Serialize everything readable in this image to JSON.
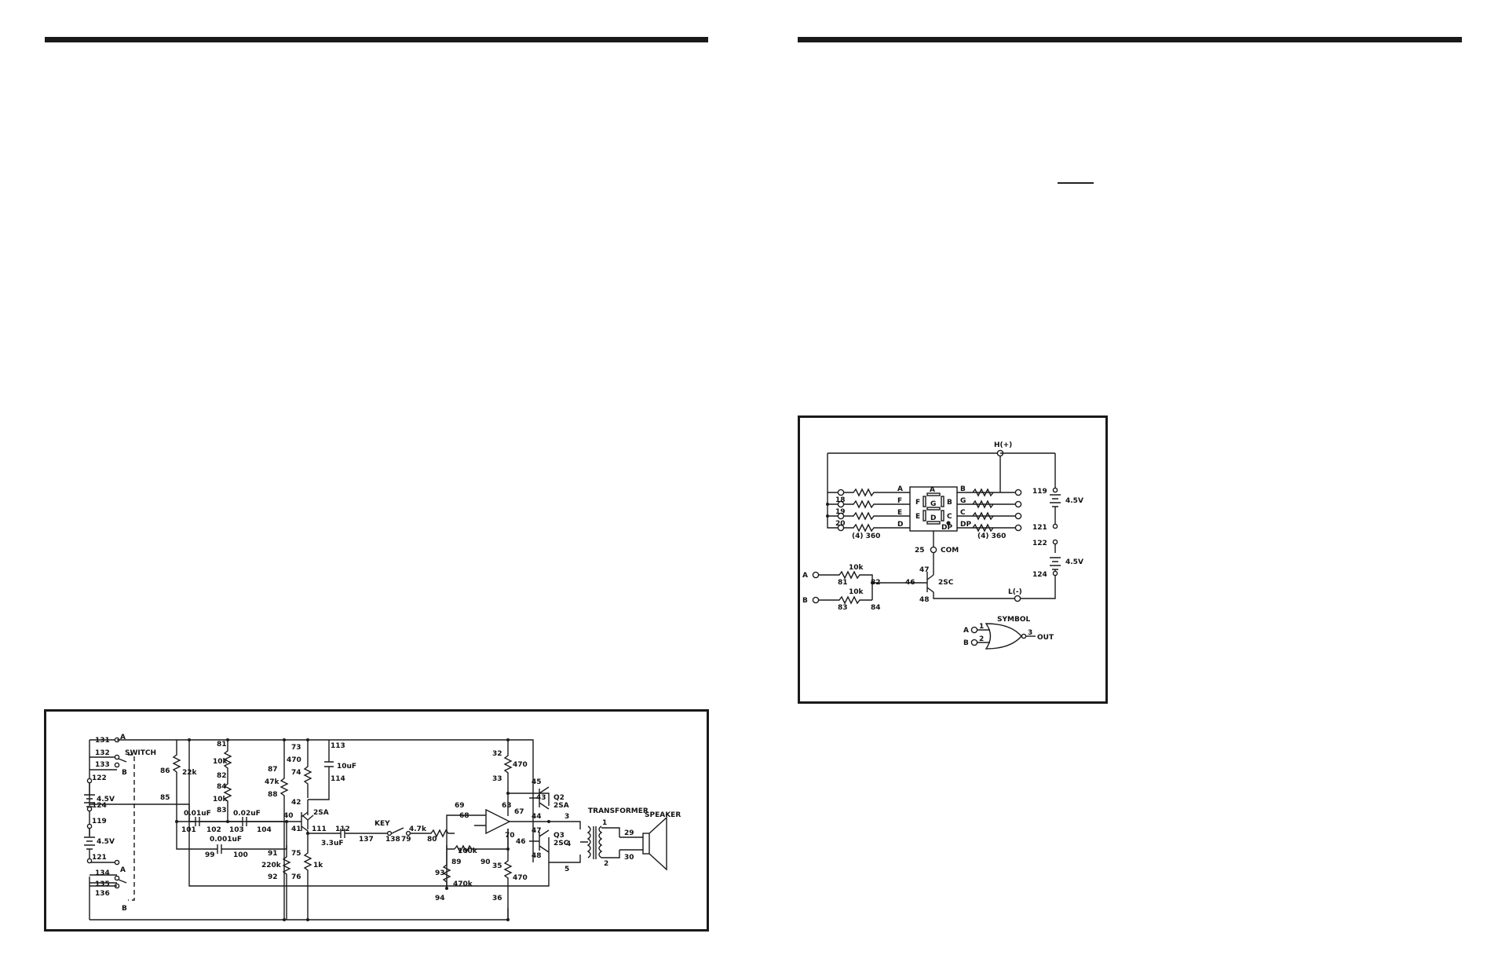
{
  "left_schematic": {
    "switch": {
      "label": "SWITCH",
      "terminals": [
        "131",
        "132",
        "133",
        "134",
        "135",
        "136"
      ],
      "pos_a": "A",
      "pos_b": "B"
    },
    "batteries": [
      {
        "top": "122",
        "bottom": "124",
        "voltage": "4.5V"
      },
      {
        "top": "119",
        "bottom": "121",
        "voltage": "4.5V"
      }
    ],
    "r_86_85": {
      "value": "22k",
      "top": "86",
      "bottom": "85"
    },
    "r_81_82": {
      "value": "10k",
      "top": "81",
      "bottom": "82"
    },
    "r_84_83": {
      "value": "10k",
      "top": "84",
      "bottom": "83"
    },
    "r_87_88": {
      "value": "47k",
      "top": "87",
      "bottom": "88"
    },
    "r_73_74": {
      "value": "470",
      "top": "73",
      "bottom": "74"
    },
    "r_91_92": {
      "value": "220k",
      "top": "91",
      "bottom": "92"
    },
    "r_75_76": {
      "value": "1k",
      "top": "75",
      "bottom": "76"
    },
    "r_79_80": {
      "value": "4.7k",
      "left": "79",
      "right": "80"
    },
    "r_89_90": {
      "value": "100k",
      "left": "89",
      "right": "90"
    },
    "r_93_94": {
      "value": "470k",
      "top": "93",
      "bottom": "94"
    },
    "r_32_33": {
      "value": "470",
      "top": "32",
      "bottom": "33"
    },
    "r_35_36": {
      "value": "470",
      "top": "35",
      "bottom": "36"
    },
    "c_101_102": {
      "value": "0.01uF",
      "left": "101",
      "right": "102"
    },
    "c_103_104": {
      "value": "0.02uF",
      "left": "103",
      "right": "104"
    },
    "c_99_100": {
      "value": "0.001uF",
      "left": "99",
      "right": "100"
    },
    "c_113_114": {
      "value": "10uF",
      "top": "113",
      "bottom": "114"
    },
    "c_111_112": {
      "value": "3.3uF",
      "left": "111",
      "right": "112"
    },
    "transistor_1": {
      "type": "2SA",
      "pins": [
        "40",
        "41",
        "42"
      ]
    },
    "key": {
      "label": "KEY",
      "pins": [
        "137",
        "138"
      ]
    },
    "opamp": {
      "pins": [
        "69",
        "68",
        "70",
        "67"
      ]
    },
    "q2": {
      "label": "Q2",
      "type": "2SA",
      "pins": [
        "43",
        "44",
        "45"
      ]
    },
    "q3": {
      "label": "Q3",
      "type": "2SC",
      "pins": [
        "46",
        "47",
        "48"
      ]
    },
    "node_63": "63",
    "transformer": {
      "label": "TRANSFORMER",
      "pins": [
        "3",
        "4",
        "5",
        "1",
        "2"
      ]
    },
    "speaker": {
      "label": "SPEAKER",
      "pins": [
        "29",
        "30"
      ]
    }
  },
  "right_schematic": {
    "supply_top": "H(+)",
    "supply_bottom": "L(-)",
    "display": {
      "segments": [
        "A",
        "F",
        "G",
        "B",
        "E",
        "C",
        "D",
        "DP"
      ],
      "left_labels": [
        "A",
        "F",
        "E",
        "D"
      ],
      "right_labels": [
        "B",
        "G",
        "C",
        "DP"
      ],
      "left_pins": [
        "18",
        "19",
        "20"
      ],
      "resistor_note_left": "(4) 360",
      "resistor_note_right": "(4) 360",
      "com_pin": "25",
      "com_label": "COM"
    },
    "batteries": [
      {
        "top": "119",
        "bottom": "121",
        "voltage": "4.5V"
      },
      {
        "top": "122",
        "bottom": "124",
        "voltage": "4.5V"
      }
    ],
    "input_a": {
      "label": "A",
      "resistor": "10k",
      "pins": [
        "81",
        "82"
      ]
    },
    "input_b": {
      "label": "B",
      "resistor": "10k",
      "pins": [
        "83",
        "84"
      ]
    },
    "transistor": {
      "type": "2SC",
      "pins": [
        "46",
        "47",
        "48"
      ]
    },
    "symbol": {
      "title": "SYMBOL",
      "in_a": "A",
      "in_b": "B",
      "pin1": "1",
      "pin2": "2",
      "pin3": "3",
      "out": "OUT"
    }
  }
}
